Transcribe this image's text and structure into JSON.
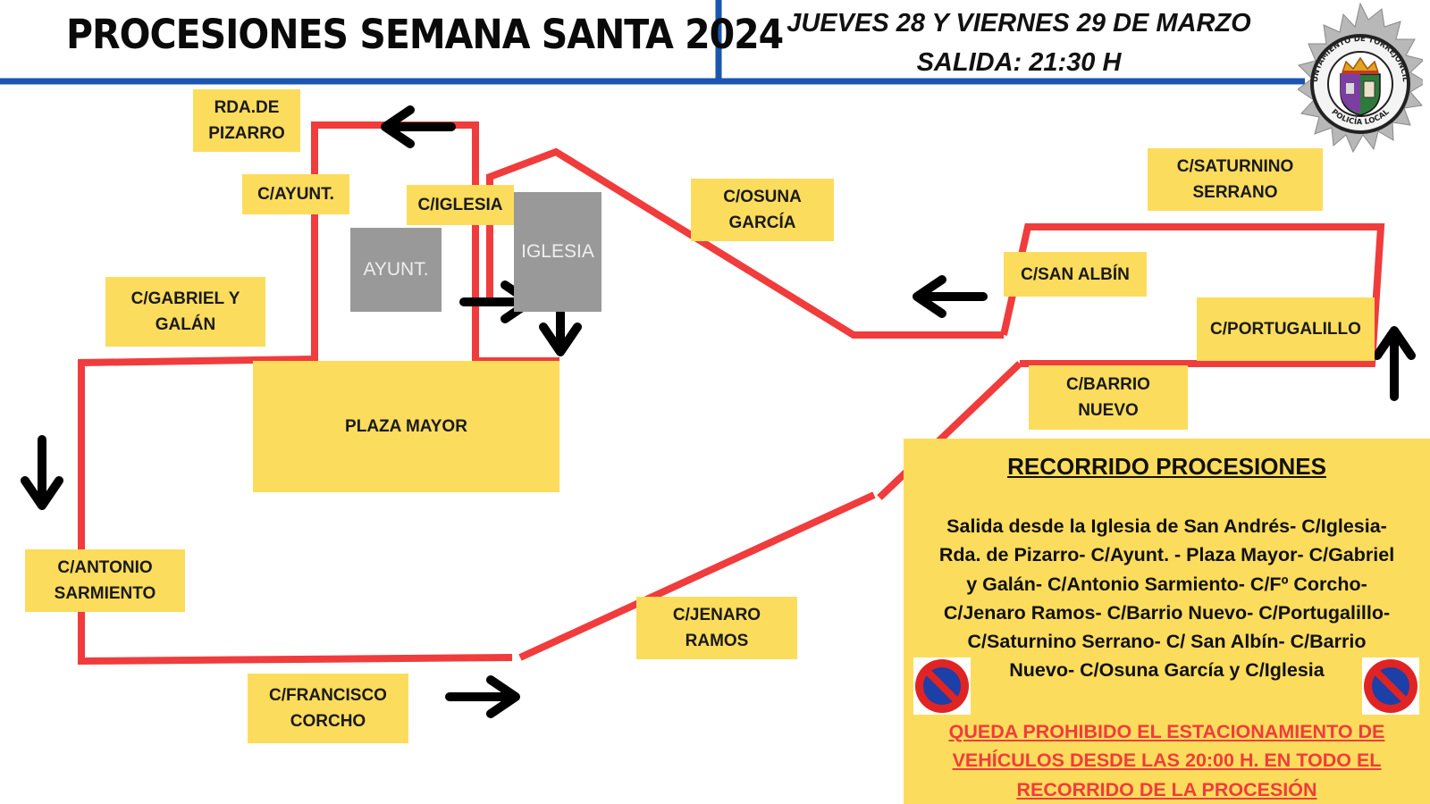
{
  "header": {
    "title": "PROCESIONES SEMANA SANTA 2024",
    "date_line1": "JUEVES 28 Y VIERNES 29 DE MARZO",
    "date_line2": "SALIDA: 21:30 H"
  },
  "colors": {
    "route": "#f03c3c",
    "label_bg": "#fcdc5c",
    "building": "#999999",
    "header_line": "#1a56b0",
    "arrow": "#000000",
    "warning_text": "#f03c3c"
  },
  "streets": {
    "rda_pizarro": [
      "RDA.DE",
      "PIZARRO"
    ],
    "ayuntamiento": "C/AYUNT.",
    "iglesia": "C/IGLESIA",
    "osuna_garcia": [
      "C/OSUNA",
      "GARCÍA"
    ],
    "saturnino_serrano": [
      "C/SATURNINO",
      "SERRANO"
    ],
    "san_albin": "C/SAN ALBÍN",
    "portugalillo": "C/PORTUGALILLO",
    "barrio_nuevo": [
      "C/BARRIO",
      "NUEVO"
    ],
    "gabriel_galan": [
      "C/GABRIEL Y",
      "GALÁN"
    ],
    "plaza_mayor": "PLAZA MAYOR",
    "antonio_sarmiento": [
      "C/ANTONIO",
      "SARMIENTO"
    ],
    "jenaro_ramos": [
      "C/JENARO",
      "RAMOS"
    ],
    "francisco_corcho": [
      "C/FRANCISCO",
      "CORCHO"
    ]
  },
  "buildings": {
    "ayuntamiento": "AYUNT.",
    "iglesia": "IGLESIA"
  },
  "badge": {
    "top_text": "AYUNTAMIENTO DE TORREJONCILLO",
    "bottom_text": "POLICÍA LOCAL"
  },
  "icons": {
    "direction": "arrow-icon",
    "no_parking": "no-parking-icon",
    "emblem": "police-badge-icon"
  },
  "info": {
    "title": "RECORRIDO PROCESIONES",
    "route_lines": [
      "Salida desde la Iglesia de San Andrés- C/Iglesia-",
      "Rda. de Pizarro- C/Ayunt. - Plaza Mayor- C/Gabriel",
      "y Galán- C/Antonio Sarmiento- C/Fº Corcho-",
      "C/Jenaro Ramos- C/Barrio Nuevo- C/Portugalillo-",
      "C/Saturnino Serrano- C/ San Albín- C/Barrio",
      "Nuevo- C/Osuna García y C/Iglesia"
    ],
    "warning_lines": [
      "QUEDA PROHIBIDO EL ESTACIONAMIENTO DE",
      "VEHÍCULOS DESDE LAS 20:00 H. EN TODO EL",
      "RECORRIDO DE LA PROCESIÓN"
    ]
  }
}
